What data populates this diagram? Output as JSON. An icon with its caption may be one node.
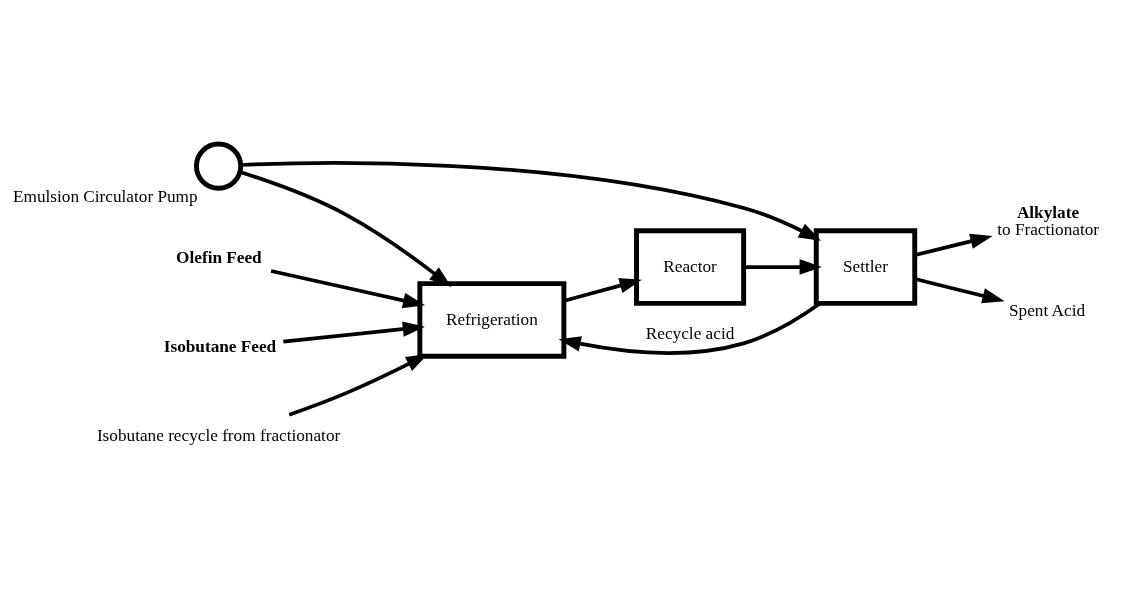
{
  "diagram": {
    "nodes": [
      {
        "text": [
          "Refrigeration"
        ]
      },
      {
        "text": [
          "Reactor"
        ]
      },
      {
        "text": [
          "Settler"
        ]
      },
      {
        "text": [],
        "shape": "circle",
        "beside": [
          "Emulsion Circulator Pump"
        ]
      },
      {
        "text": [
          "Olefin Feed"
        ]
      },
      {
        "text": [
          "Isobutane Feed"
        ]
      },
      {
        "text": [
          "Isobutane recycle from fractionator"
        ]
      },
      {
        "text": [
          "Alkylate",
          "to Fractionator"
        ]
      },
      {
        "text": [
          "Spent Acid"
        ]
      }
    ],
    "edges": [
      {
        "from": 4,
        "to": 0,
        "arrow": "to"
      },
      {
        "from": 5,
        "to": 0,
        "arrow": "to"
      },
      {
        "from": 6,
        "to": 0,
        "arrow": "to"
      },
      {
        "from": 3,
        "to": 0,
        "arrow": "to"
      },
      {
        "from": 2,
        "to": 0,
        "arrow": "to",
        "label": "Recycle acid"
      },
      {
        "from": 0,
        "to": 1,
        "arrow": "to"
      },
      {
        "from": 1,
        "to": 2,
        "arrow": "to"
      },
      {
        "from": 3,
        "to": 2,
        "arrow": "to"
      },
      {
        "from": 2,
        "to": 7,
        "arrow": "to"
      },
      {
        "from": 2,
        "to": 8,
        "arrow": "to"
      }
    ]
  }
}
